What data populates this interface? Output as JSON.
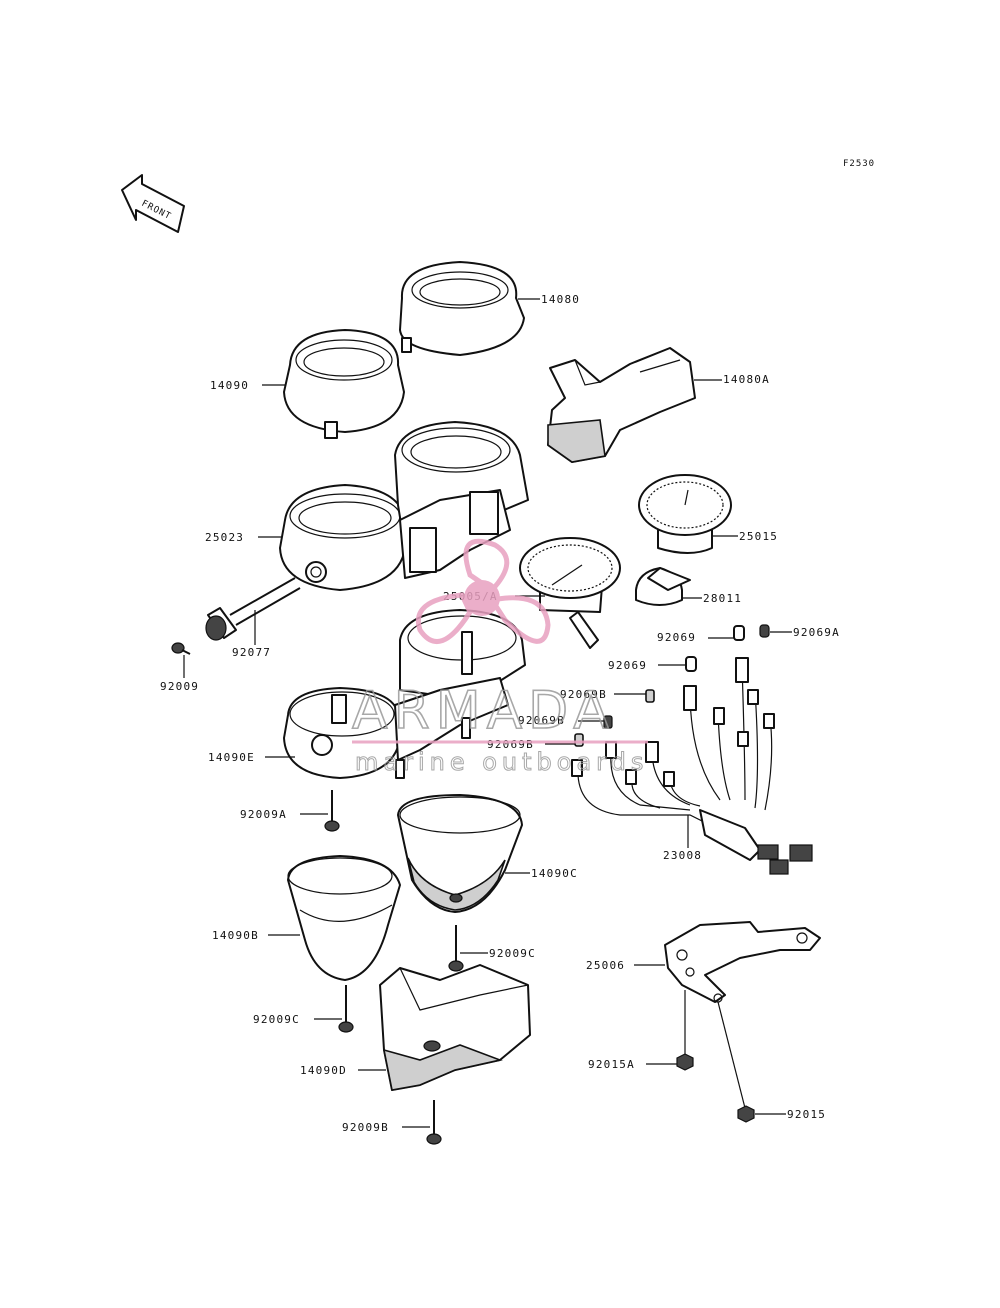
{
  "figure_code": "F2530",
  "front_arrow_label": "FRONT",
  "watermark": {
    "brand": "ARMADA",
    "tagline": "marine outboards",
    "logo_color": "#e8a0c0",
    "text_color": "#9a9a9a"
  },
  "parts": {
    "p14080": "14080",
    "p14090": "14090",
    "p14080A": "14080A",
    "p25015": "25015",
    "p25023": "25023",
    "p25005A": "25005/A",
    "p28011": "28011",
    "p92077": "92077",
    "p92009": "92009",
    "p92069_1": "92069",
    "p92069A": "92069A",
    "p92069_2": "92069",
    "p92069B_1": "92069B",
    "p92069B_2": "92069B",
    "p92069B_3": "92069B",
    "p14090E": "14090E",
    "p92009A": "92009A",
    "p23008": "23008",
    "p14090C": "14090C",
    "p14090B": "14090B",
    "p92009C_1": "92009C",
    "p25006": "25006",
    "p92009C_2": "92009C",
    "p14090D": "14090D",
    "p92015A": "92015A",
    "p92009B": "92009B",
    "p92015": "92015"
  }
}
